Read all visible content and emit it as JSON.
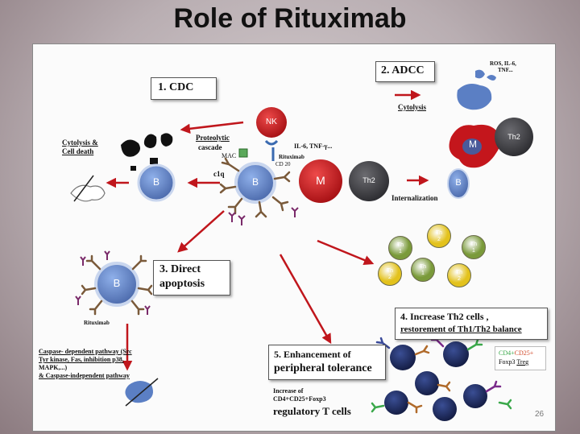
{
  "title": "Role of Rituximab",
  "page_number": "26",
  "sections": {
    "cdc": "1. CDC",
    "adcc": "2. ADCC",
    "apoptosis_line1": "3. Direct",
    "apoptosis_line2": "apoptosis",
    "th2_line1": "4. Increase Th2 cells ,",
    "th2_line2": "restorement of Th1/Th2 balance",
    "tol_line1": "5. Enhancement of",
    "tol_line2": "peripheral tolerance"
  },
  "labels": {
    "cytolysis_death_1": "Cytolysis &",
    "cytolysis_death_2": "Cell death",
    "proteolytic_1": "Proteolytic",
    "proteolytic_2": "cascade",
    "mac": "MAC",
    "c1q": "c1q",
    "nk": "NK",
    "il6_tnf": "IL-6, TNF-γ...",
    "rituximab_top": "Rituximab",
    "cd20": "CD 20",
    "b_main": "B",
    "b_left": "B",
    "m_cell": "M",
    "th2_cell": "Th2",
    "internalization": "Internalization",
    "cytolysis": "Cytolysis",
    "ros": "ROS, IL-6,",
    "tnf": "TNF...",
    "m_right": "M",
    "th2_right": "Th2",
    "b_right": "B",
    "b_apop": "B",
    "rituximab_apop": "Rituximab",
    "caspase_1": "Caspase- dependent pathway (Src",
    "caspase_2": "Tyr kinase, Fas, inhibition p38,",
    "caspase_3": "MAPK,...)",
    "caspase_4": "& Caspase-independent pathway",
    "treg_1": "Increase of",
    "treg_2": "CD4+CD25+Foxp3",
    "treg_3": "regulatory T cells",
    "legend_cd4": "CD4+",
    "legend_cd25": "CD25+",
    "legend_foxp3": "Foxp3",
    "legend_treg": "Treg"
  },
  "th_cells": [
    {
      "line1": "Th",
      "line2": "1",
      "kind": "th1"
    },
    {
      "line1": "Th",
      "line2": "2",
      "kind": "th2"
    },
    {
      "line1": "Th",
      "line2": "1",
      "kind": "th1"
    },
    {
      "line1": "Th",
      "line2": "2",
      "kind": "th2"
    },
    {
      "line1": "Th",
      "line2": "1",
      "kind": "th1"
    },
    {
      "line1": "Th",
      "line2": "2",
      "kind": "th2"
    }
  ],
  "colors": {
    "b_cell": "#5b7fc4",
    "nk": "#cc1f1f",
    "m_cell": "#c4161c",
    "th2": "#3e3e42",
    "th1": "#7a9a3a",
    "th2_yellow": "#e3c21c",
    "treg": "#1c2a5c",
    "arrow": "#c0161c",
    "legend_cd4": "#3aa84a",
    "legend_cd25": "#d24a2a",
    "legend_foxp3": "#333333"
  }
}
